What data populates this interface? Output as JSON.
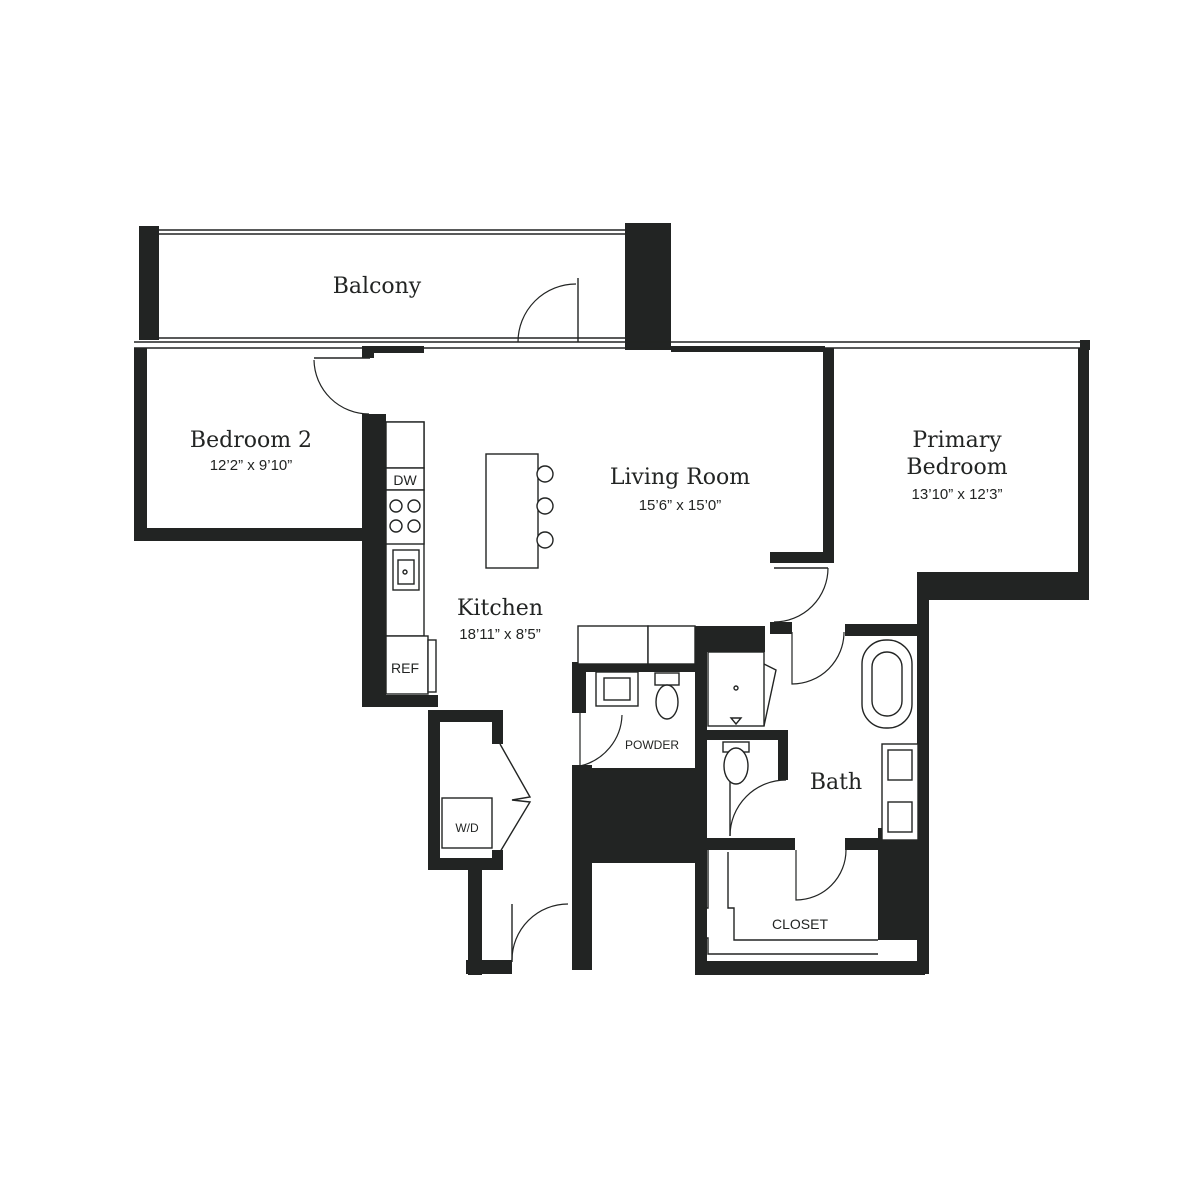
{
  "rooms": {
    "balcony": {
      "name": "Balcony"
    },
    "bedroom2": {
      "name": "Bedroom 2",
      "dims": "12’2” x 9’10”"
    },
    "living": {
      "name": "Living Room",
      "dims": "15’6” x 15’0”"
    },
    "primary": {
      "name_line1": "Primary",
      "name_line2": "Bedroom",
      "dims": "13’10” x 12’3”"
    },
    "kitchen": {
      "name": "Kitchen",
      "dims": "18’11” x 8’5”"
    },
    "bath": {
      "name": "Bath"
    }
  },
  "labels": {
    "dw": "DW",
    "ref": "REF",
    "powder": "POWDER",
    "wd": "W/D",
    "closet": "CLOSET"
  },
  "colors": {
    "wall": "#222423",
    "background": "#ffffff"
  }
}
